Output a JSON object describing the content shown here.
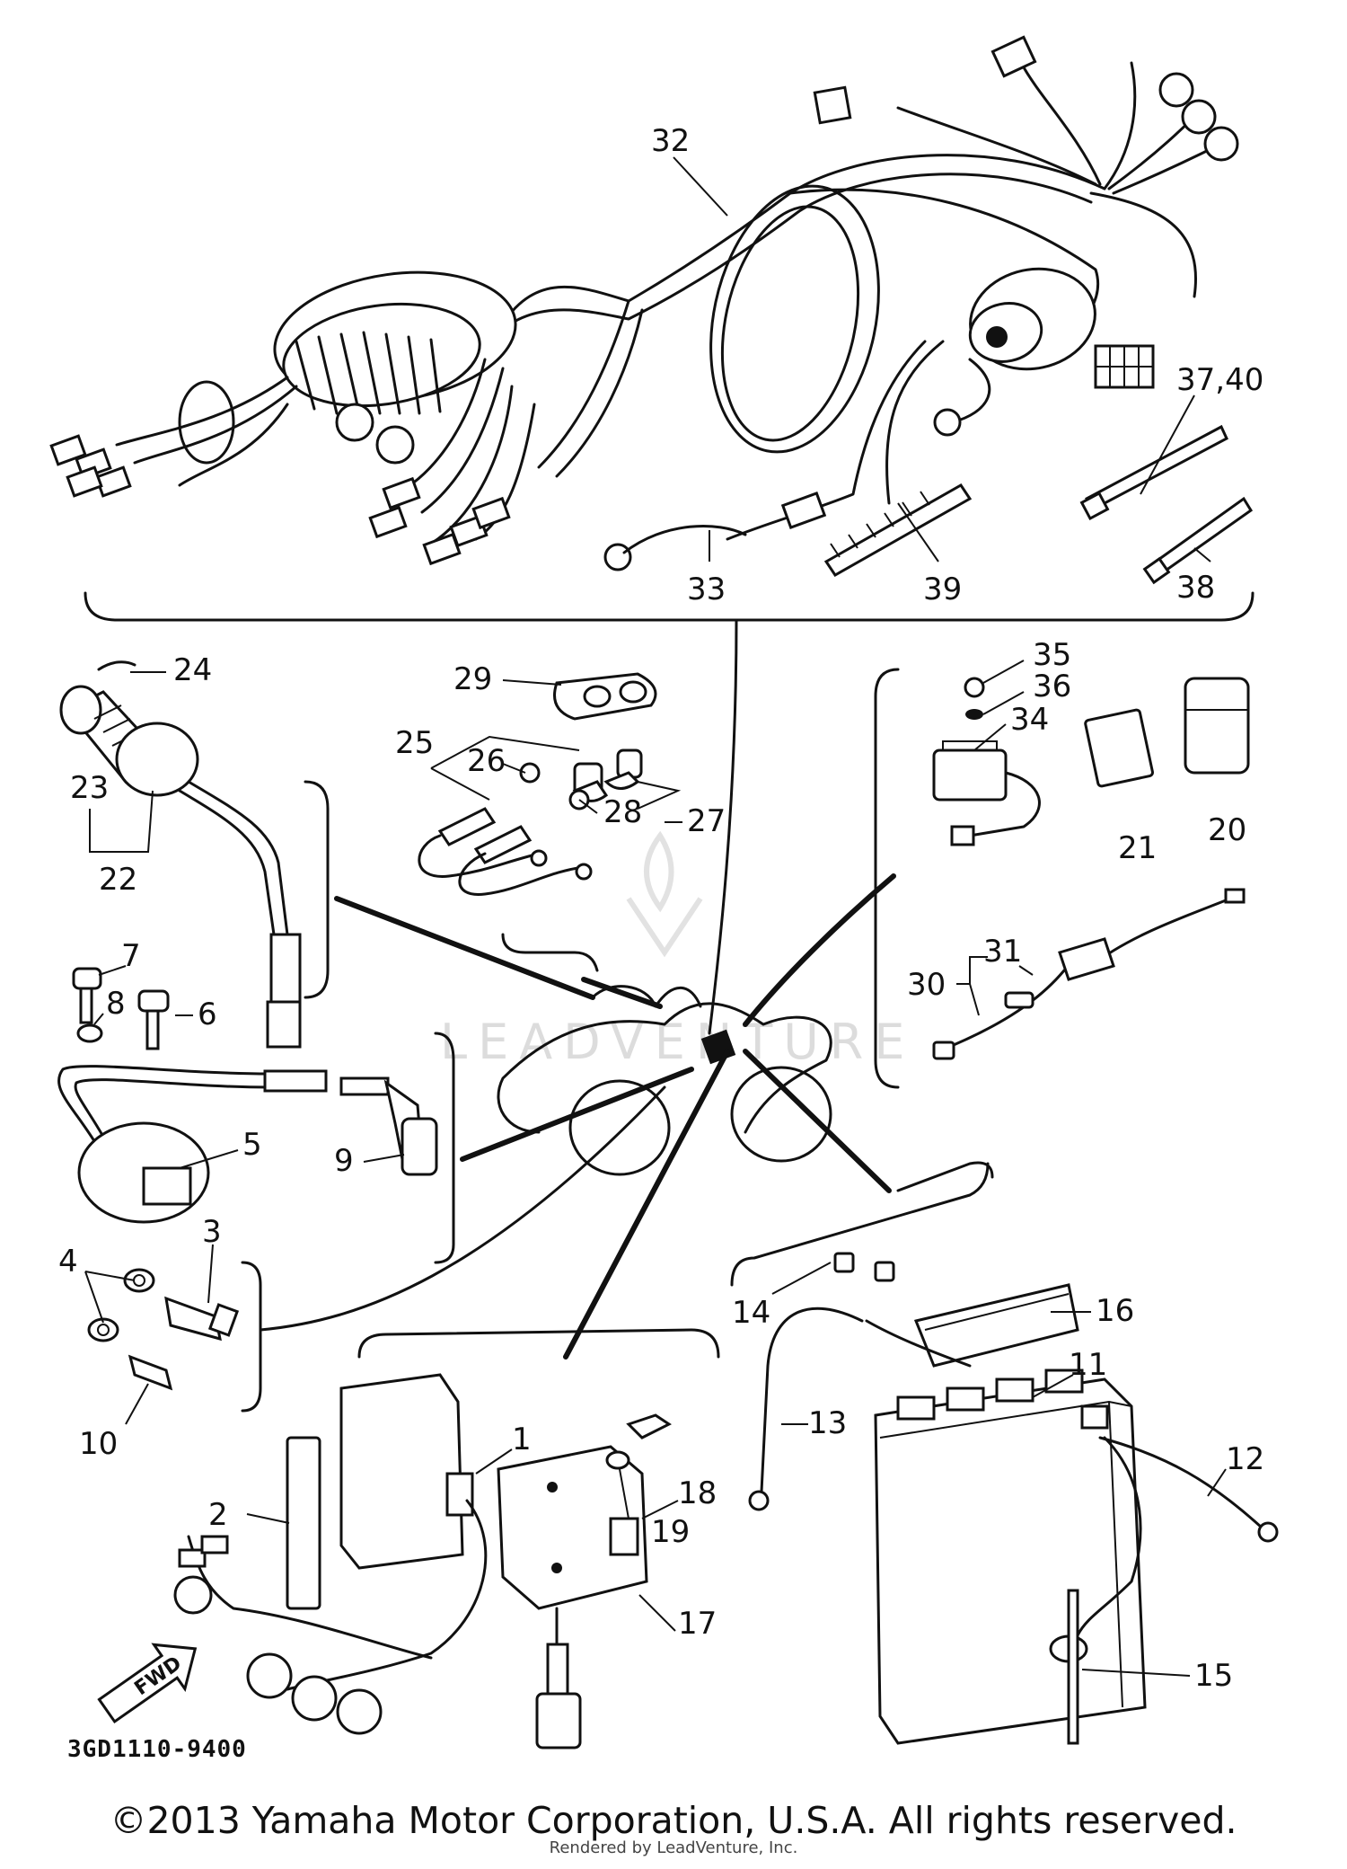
{
  "diagram": {
    "part_code": "3GD1110-9400",
    "fwd_label": "FWD",
    "watermark": "LEADVENTURE",
    "callouts": [
      "1",
      "2",
      "3",
      "4",
      "5",
      "6",
      "7",
      "8",
      "9",
      "10",
      "11",
      "12",
      "13",
      "14",
      "15",
      "16",
      "17",
      "18",
      "19",
      "20",
      "21",
      "22",
      "23",
      "24",
      "25",
      "26",
      "27",
      "28",
      "29",
      "30",
      "31",
      "32",
      "33",
      "34",
      "35",
      "36",
      "37,40",
      "38",
      "39"
    ]
  },
  "footer": {
    "copyright": "©2013 Yamaha Motor Corporation, U.S.A. All rights reserved.",
    "rendered_by": "Rendered by LeadVenture, Inc."
  }
}
